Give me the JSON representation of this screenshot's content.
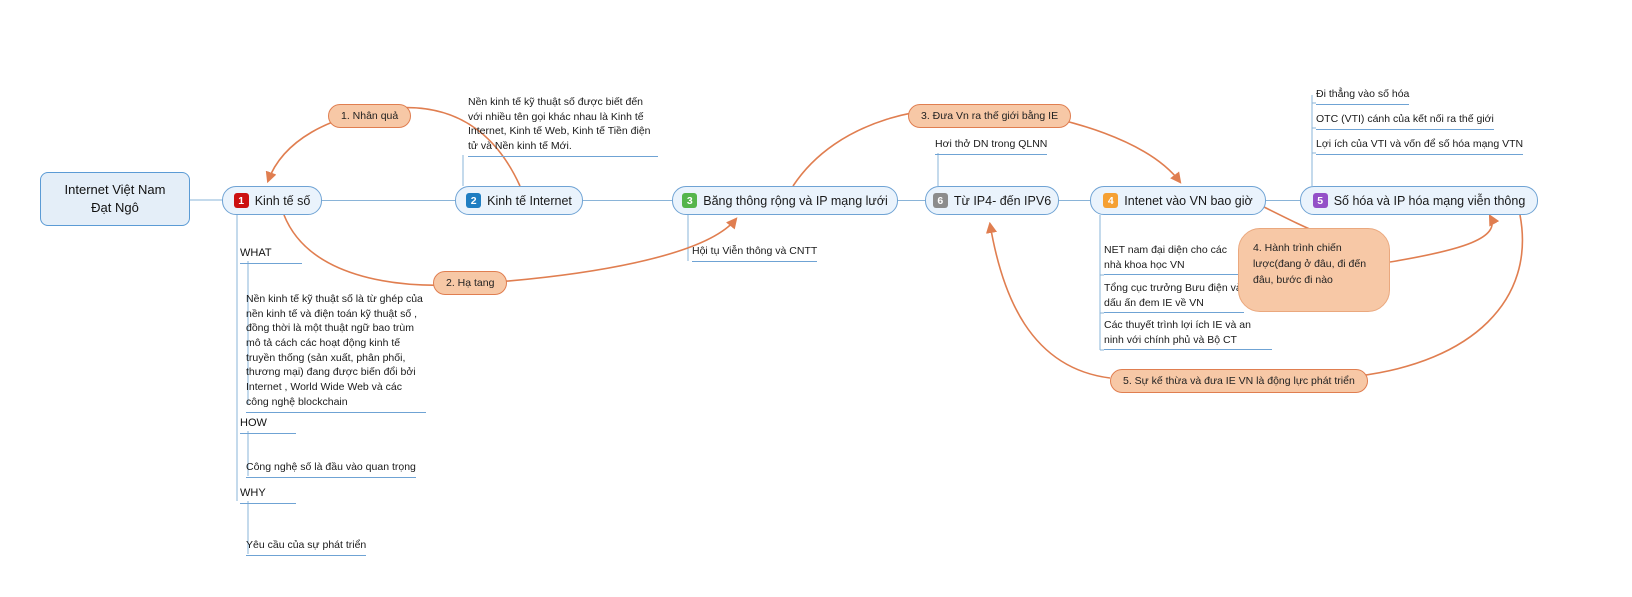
{
  "root": {
    "line1": "Internet Việt Nam",
    "line2": "Đạt Ngô"
  },
  "chain": [
    {
      "badge": "1",
      "label": "Kinh tế số"
    },
    {
      "badge": "2",
      "label": "Kinh tế Internet"
    },
    {
      "badge": "3",
      "label": "Băng thông rộng và IP mạng lưới"
    },
    {
      "badge": "6",
      "label": "Từ IP4- đến IPV6"
    },
    {
      "badge": "4",
      "label": "Intenet vào VN bao giờ"
    },
    {
      "badge": "5",
      "label": "Số hóa và IP hóa mạng viễn thông"
    }
  ],
  "callouts": {
    "c1": "1. Nhân quả",
    "c2": "2. Hạ tang",
    "c3": "3. Đưa Vn ra thế giới bằng IE",
    "c4": "4. Hành trình chiến lược(đang ở đâu, đi đến đâu, bước đi nào",
    "c5": "5. Sự kế thừa và đưa IE VN là động lực phát triển"
  },
  "notes": {
    "kinh_te_internet_note": "Nền kinh tế kỹ thuật số được biết đến với nhiều tên gọi khác nhau là Kinh tế Internet, Kinh tế Web, Kinh tế Tiền điện tử và Nền kinh tế Mới.",
    "qlnn_note": "Hơi thở DN trong QLNN",
    "hoi_tu_note": "Hội tụ Viễn thông và CNTT",
    "what_label": "WHAT",
    "what_text": "Nền kinh tế kỹ thuật số là từ ghép của nền kinh tế và điện toán kỹ thuật số , đồng thời là một thuật ngữ bao trùm mô tả cách các hoạt động kinh tế truyền thống (sản xuất, phân phối, thương mại) đang được biến đổi bởi Internet , World Wide Web và các công nghệ blockchain",
    "how_label": "HOW",
    "how_text": "Công nghệ số là đầu vào quan trọng",
    "why_label": "WHY",
    "why_text": "Yêu cầu của sự phát triển",
    "n5_children": [
      "Đi thẳng vào số hóa",
      "OTC  (VTI) cánh của kết nối ra thế giới",
      "Lợi ích của VTI và vốn để số hóa mạng VTN"
    ],
    "n4_children": [
      "NET nam đại diện cho các nhà khoa học VN",
      "Tổng cục trưởng Bưu điện và dấu ấn đem IE về VN",
      "Các thuyết trình lợi ích IE và an ninh với chính phủ và Bộ CT"
    ]
  },
  "colors": {
    "node_fill": "#eaf3fc",
    "node_border": "#6fa3d4",
    "connector_blue": "#6fa3d4",
    "arrow_orange": "#e07e50",
    "callout_fill": "#f7c8a6",
    "callout_border": "#e07e50",
    "badge_1": "#cc1111",
    "badge_2": "#1f7ec2",
    "badge_3": "#55b54c",
    "badge_4": "#f5a033",
    "badge_5": "#9450c8",
    "badge_6": "#8c8c8c"
  }
}
